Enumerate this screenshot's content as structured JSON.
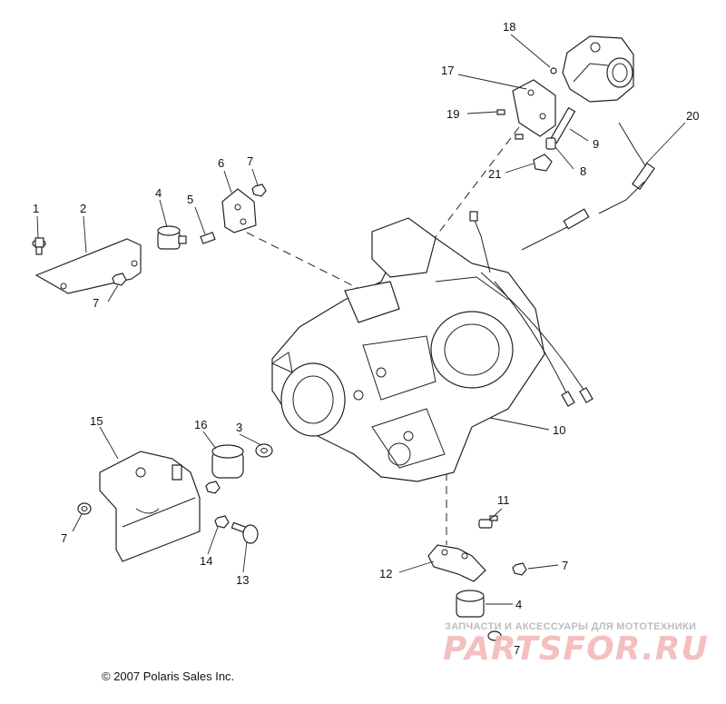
{
  "diagram": {
    "callouts": [
      {
        "id": "c1",
        "text": "1"
      },
      {
        "id": "c2",
        "text": "2"
      },
      {
        "id": "c3",
        "text": "3"
      },
      {
        "id": "c4a",
        "text": "4"
      },
      {
        "id": "c4b",
        "text": "4"
      },
      {
        "id": "c5",
        "text": "5"
      },
      {
        "id": "c6",
        "text": "6"
      },
      {
        "id": "c7a",
        "text": "7"
      },
      {
        "id": "c7b",
        "text": "7"
      },
      {
        "id": "c7c",
        "text": "7"
      },
      {
        "id": "c7d",
        "text": "7"
      },
      {
        "id": "c7e",
        "text": "7"
      },
      {
        "id": "c8",
        "text": "8"
      },
      {
        "id": "c9",
        "text": "9"
      },
      {
        "id": "c10",
        "text": "10"
      },
      {
        "id": "c11",
        "text": "11"
      },
      {
        "id": "c12",
        "text": "12"
      },
      {
        "id": "c13",
        "text": "13"
      },
      {
        "id": "c14",
        "text": "14"
      },
      {
        "id": "c15",
        "text": "15"
      },
      {
        "id": "c16",
        "text": "16"
      },
      {
        "id": "c17",
        "text": "17"
      },
      {
        "id": "c18",
        "text": "18"
      },
      {
        "id": "c19",
        "text": "19"
      },
      {
        "id": "c20",
        "text": "20"
      },
      {
        "id": "c21",
        "text": "21"
      }
    ]
  },
  "footer": {
    "copyright": "© 2007 Polaris Sales Inc."
  },
  "watermark": {
    "tagline": "ЗАПЧАСТИ И АКСЕССУАРЫ ДЛЯ МОТОТЕХНИКИ",
    "logo": "PARTSFOR.RU"
  }
}
